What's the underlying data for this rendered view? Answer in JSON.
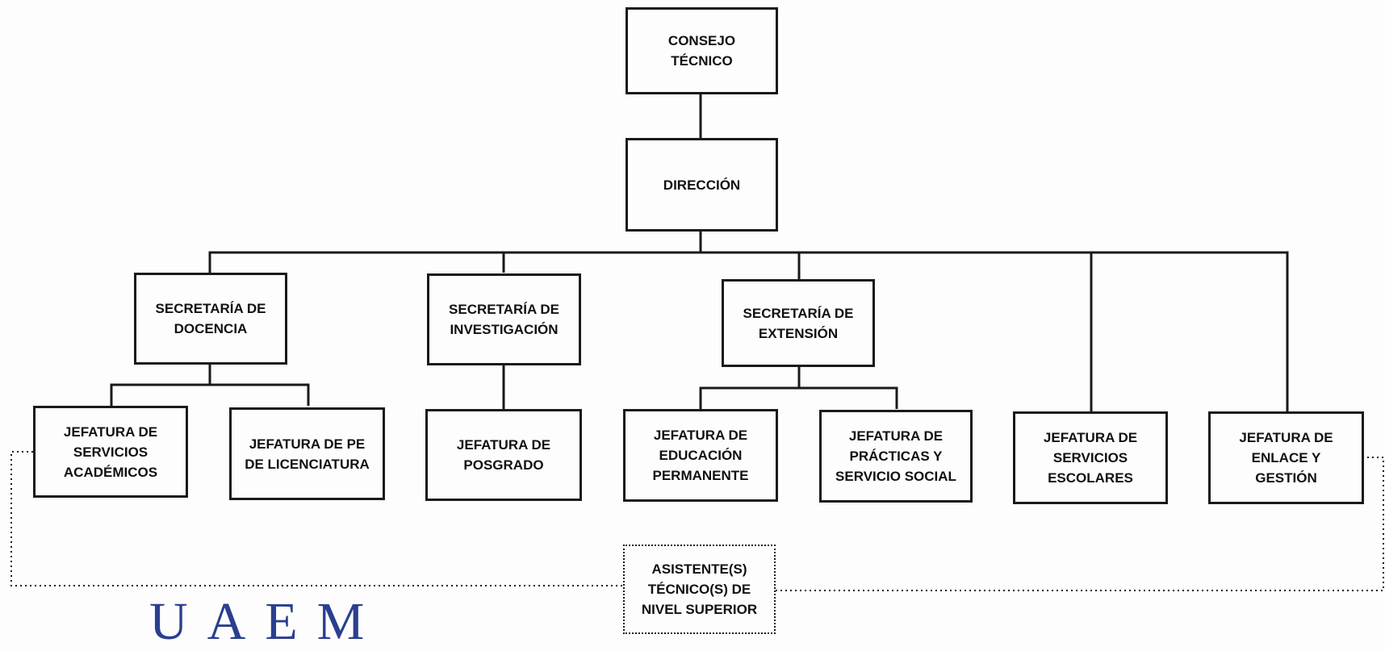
{
  "org_chart": {
    "nodes": {
      "consejo": "CONSEJO\nTÉCNICO",
      "direccion": "DIRECCIÓN",
      "sec_docencia": "SECRETARÍA DE\nDOCENCIA",
      "sec_investigacion": "SECRETARÍA DE\nINVESTIGACIÓN",
      "sec_extension": "SECRETARÍA DE\nEXTENSIÓN",
      "jef_servicios_academicos": "JEFATURA DE\nSERVICIOS\nACADÉMICOS",
      "jef_pe_licenciatura": "JEFATURA DE PE\nDE LICENCIATURA",
      "jef_posgrado": "JEFATURA DE\nPOSGRADO",
      "jef_educacion_permanente": "JEFATURA DE\nEDUCACIÓN\nPERMANENTE",
      "jef_practicas": "JEFATURA DE\nPRÁCTICAS Y\nSERVICIO SOCIAL",
      "jef_servicios_escolares": "JEFATURA DE\nSERVICIOS\nESCOLARES",
      "jef_enlace": "JEFATURA DE\nENLACE Y\nGESTIÓN",
      "asistentes": "ASISTENTE(S)\nTÉCNICO(S) DE\nNIVEL SUPERIOR"
    },
    "logo_text": "UAEM",
    "colors": {
      "line": "#1a1a1a",
      "logo": "#2a3f8f"
    }
  }
}
